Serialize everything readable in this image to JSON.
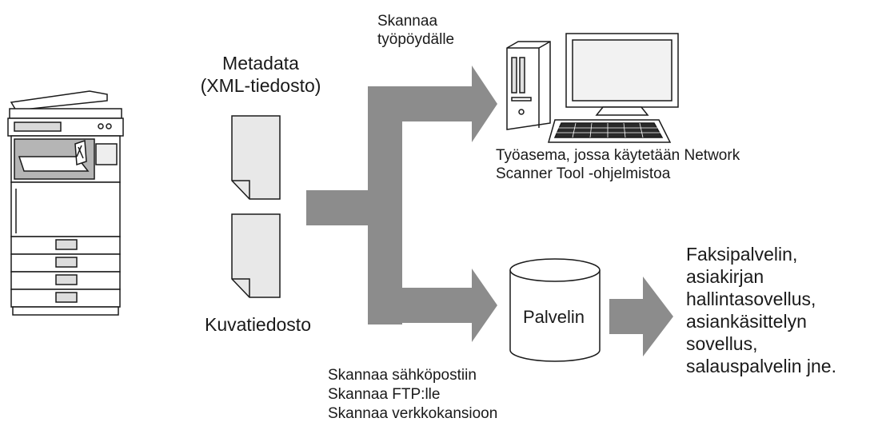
{
  "labels": {
    "metadata_line1": "Metadata",
    "metadata_line2": "(XML-tiedosto)",
    "image_file": "Kuvatiedosto",
    "scan_to_desktop_line1": "Skannaa",
    "scan_to_desktop_line2": "työpöydälle",
    "workstation_line1": "Työasema, jossa käytetään Network",
    "workstation_line2": "Scanner Tool -ohjelmistoa",
    "server": "Palvelin",
    "scan_email": "Skannaa sähköpostiin",
    "scan_ftp": "Skannaa FTP:lle",
    "scan_folder": "Skannaa verkkokansioon",
    "apps_line1": "Faksipalvelin,",
    "apps_line2": "asiakirjan",
    "apps_line3": "hallintasovellus,",
    "apps_line4": "asiankäsittelyn",
    "apps_line5": "sovellus,",
    "apps_line6": "salauspalvelin jne."
  },
  "icons": {
    "device": "multifunction-printer-icon",
    "document": "document-page-icon",
    "computer": "desktop-computer-icon",
    "server": "database-cylinder-icon"
  },
  "colors": {
    "arrow": "#8c8c8c",
    "document_fill": "#e8e8e8",
    "outline": "#1a1a1a",
    "text": "#1a1a1a"
  }
}
